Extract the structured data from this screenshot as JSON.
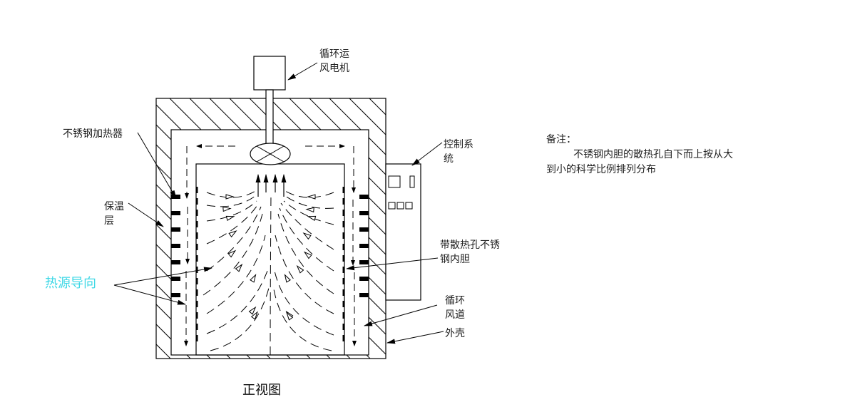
{
  "title": "正视图",
  "labels": {
    "motor": [
      "循环运",
      "风电机"
    ],
    "heater": "不锈钢加热器",
    "insulation": [
      "保温",
      "层"
    ],
    "control": [
      "控制系",
      "统"
    ],
    "liner": [
      "带散热孔不锈",
      "钢内胆"
    ],
    "heat_direction": "热源导向",
    "duct": [
      "循环",
      "风道"
    ],
    "shell": "外壳"
  },
  "note": {
    "heading": "备注：",
    "line1": "不锈钢内胆的散热孔自下而上按从大",
    "line2": "到小的科学比例排列分布"
  },
  "colors": {
    "line": "#000000",
    "accent_label": "#3fd8e6",
    "background": "#ffffff"
  },
  "components": {
    "heater_count_per_side": 7,
    "control_panel_buttons": 3
  }
}
